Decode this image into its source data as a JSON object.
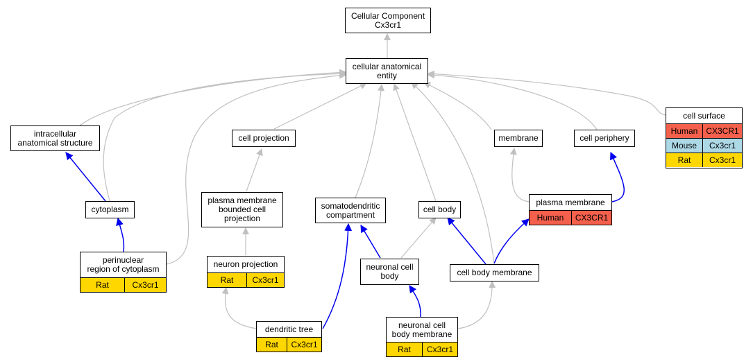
{
  "colors": {
    "gray_edge": "#c0c0c0",
    "blue_edge": "#0000ee",
    "human": "#f4604c",
    "mouse": "#add8e6",
    "rat": "#ffd700"
  },
  "nodes": {
    "root": {
      "label": "Cellular Component\nCx3cr1"
    },
    "cae": {
      "label": "cellular anatomical\nentity"
    },
    "intracellular": {
      "label": "intracellular\nanatomical structure"
    },
    "cellprojection": {
      "label": "cell projection"
    },
    "membrane": {
      "label": "membrane"
    },
    "cellperiphery": {
      "label": "cell periphery"
    },
    "cellsurface": {
      "label": "cell surface",
      "rows": [
        {
          "species": "Human",
          "gene": "CX3CR1",
          "color": "#f4604c"
        },
        {
          "species": "Mouse",
          "gene": "Cx3cr1",
          "color": "#add8e6"
        },
        {
          "species": "Rat",
          "gene": "Cx3cr1",
          "color": "#ffd700"
        }
      ]
    },
    "cytoplasm": {
      "label": "cytoplasm"
    },
    "pmbcp": {
      "label": "plasma membrane\nbounded cell\nprojection"
    },
    "somato": {
      "label": "somatodendritic\ncompartment"
    },
    "cellbody": {
      "label": "cell body"
    },
    "plasmamembrane": {
      "label": "plasma membrane",
      "rows": [
        {
          "species": "Human",
          "gene": "CX3CR1",
          "color": "#f4604c"
        }
      ]
    },
    "perinuclear": {
      "label": "perinuclear\nregion of cytoplasm",
      "rows": [
        {
          "species": "Rat",
          "gene": "Cx3cr1",
          "color": "#ffd700"
        }
      ]
    },
    "neuronproj": {
      "label": "neuron projection",
      "rows": [
        {
          "species": "Rat",
          "gene": "Cx3cr1",
          "color": "#ffd700"
        }
      ]
    },
    "ncb": {
      "label": "neuronal cell\nbody"
    },
    "cbm": {
      "label": "cell body membrane"
    },
    "dendritic": {
      "label": "dendritic tree",
      "rows": [
        {
          "species": "Rat",
          "gene": "Cx3cr1",
          "color": "#ffd700"
        }
      ]
    },
    "ncbm": {
      "label": "neuronal cell\nbody membrane",
      "rows": [
        {
          "species": "Rat",
          "gene": "Cx3cr1",
          "color": "#ffd700"
        }
      ]
    }
  },
  "edges": [
    {
      "from": "cae",
      "to": "root",
      "kind": "is_a"
    },
    {
      "from": "intracellular",
      "to": "cae",
      "kind": "is_a"
    },
    {
      "from": "cytoplasm",
      "to": "cae",
      "kind": "is_a"
    },
    {
      "from": "perinuclear",
      "to": "cae",
      "kind": "is_a"
    },
    {
      "from": "cellprojection",
      "to": "cae",
      "kind": "is_a"
    },
    {
      "from": "somato",
      "to": "cae",
      "kind": "is_a"
    },
    {
      "from": "cellbody",
      "to": "cae",
      "kind": "is_a"
    },
    {
      "from": "cbm",
      "to": "cae",
      "kind": "is_a"
    },
    {
      "from": "membrane",
      "to": "cae",
      "kind": "is_a"
    },
    {
      "from": "cellperiphery",
      "to": "cae",
      "kind": "is_a"
    },
    {
      "from": "cellsurface",
      "to": "cae",
      "kind": "is_a"
    },
    {
      "from": "cytoplasm",
      "to": "intracellular",
      "kind": "part_of"
    },
    {
      "from": "perinuclear",
      "to": "cytoplasm",
      "kind": "part_of"
    },
    {
      "from": "pmbcp",
      "to": "cellprojection",
      "kind": "is_a"
    },
    {
      "from": "neuronproj",
      "to": "pmbcp",
      "kind": "is_a"
    },
    {
      "from": "dendritic",
      "to": "neuronproj",
      "kind": "is_a"
    },
    {
      "from": "dendritic",
      "to": "somato",
      "kind": "part_of"
    },
    {
      "from": "ncb",
      "to": "somato",
      "kind": "part_of"
    },
    {
      "from": "ncb",
      "to": "cellbody",
      "kind": "is_a"
    },
    {
      "from": "cbm",
      "to": "cellbody",
      "kind": "part_of"
    },
    {
      "from": "plasmamembrane",
      "to": "membrane",
      "kind": "is_a"
    },
    {
      "from": "plasmamembrane",
      "to": "cellperiphery",
      "kind": "part_of"
    },
    {
      "from": "cbm",
      "to": "plasmamembrane",
      "kind": "part_of"
    },
    {
      "from": "ncbm",
      "to": "ncb",
      "kind": "part_of"
    },
    {
      "from": "ncbm",
      "to": "cbm",
      "kind": "is_a"
    }
  ]
}
